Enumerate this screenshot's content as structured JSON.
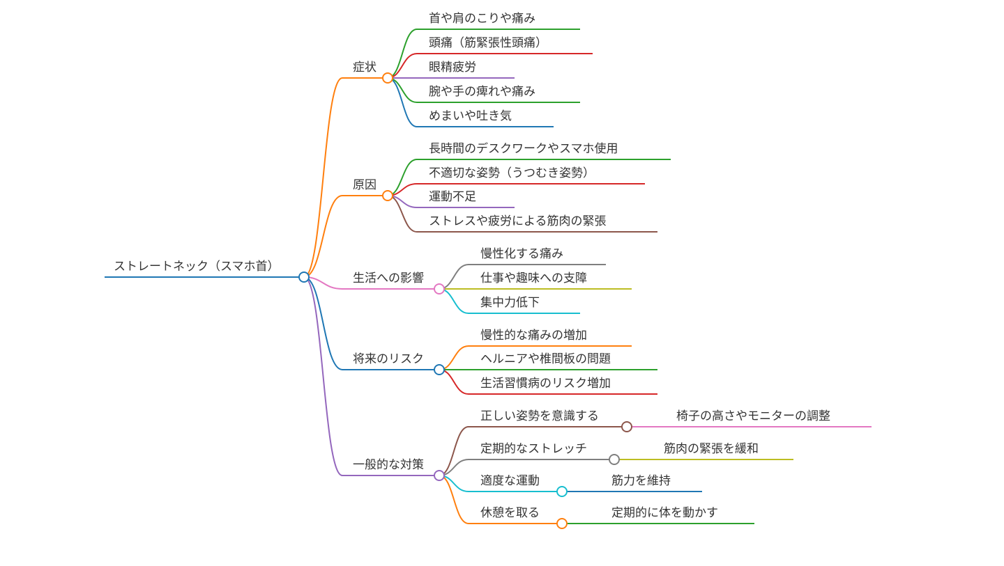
{
  "mindmap": {
    "root": {
      "label": "ストレートネック（スマホ首）",
      "color": "#1f77b4",
      "children": [
        {
          "label": "症状",
          "color": "#ff7f0e",
          "children": [
            {
              "label": "首や肩のこりや痛み",
              "color": "#2ca02c"
            },
            {
              "label": "頭痛（筋緊張性頭痛）",
              "color": "#d62728"
            },
            {
              "label": "眼精疲労",
              "color": "#9467bd"
            },
            {
              "label": "腕や手の痺れや痛み",
              "color": "#2ca02c"
            },
            {
              "label": "めまいや吐き気",
              "color": "#1f77b4"
            }
          ]
        },
        {
          "label": "原因",
          "color": "#ff7f0e",
          "children": [
            {
              "label": "長時間のデスクワークやスマホ使用",
              "color": "#2ca02c"
            },
            {
              "label": "不適切な姿勢（うつむき姿勢）",
              "color": "#d62728"
            },
            {
              "label": "運動不足",
              "color": "#9467bd"
            },
            {
              "label": "ストレスや疲労による筋肉の緊張",
              "color": "#8c564b"
            }
          ]
        },
        {
          "label": "生活への影響",
          "color": "#e377c2",
          "children": [
            {
              "label": "慢性化する痛み",
              "color": "#7f7f7f"
            },
            {
              "label": "仕事や趣味への支障",
              "color": "#bcbd22"
            },
            {
              "label": "集中力低下",
              "color": "#17becf"
            }
          ]
        },
        {
          "label": "将来のリスク",
          "color": "#1f77b4",
          "children": [
            {
              "label": "慢性的な痛みの増加",
              "color": "#ff7f0e"
            },
            {
              "label": "ヘルニアや椎間板の問題",
              "color": "#2ca02c"
            },
            {
              "label": "生活習慣病のリスク増加",
              "color": "#d62728"
            }
          ]
        },
        {
          "label": "一般的な対策",
          "color": "#9467bd",
          "children": [
            {
              "label": "正しい姿勢を意識する",
              "color": "#8c564b",
              "children": [
                {
                  "label": "椅子の高さやモニターの調整",
                  "color": "#e377c2"
                }
              ]
            },
            {
              "label": "定期的なストレッチ",
              "color": "#7f7f7f",
              "children": [
                {
                  "label": "筋肉の緊張を緩和",
                  "color": "#bcbd22"
                }
              ]
            },
            {
              "label": "適度な運動",
              "color": "#17becf",
              "children": [
                {
                  "label": "筋力を維持",
                  "color": "#1f77b4"
                }
              ]
            },
            {
              "label": "休憩を取る",
              "color": "#ff7f0e",
              "children": [
                {
                  "label": "定期的に体を動かす",
                  "color": "#2ca02c"
                }
              ]
            }
          ]
        }
      ]
    }
  }
}
